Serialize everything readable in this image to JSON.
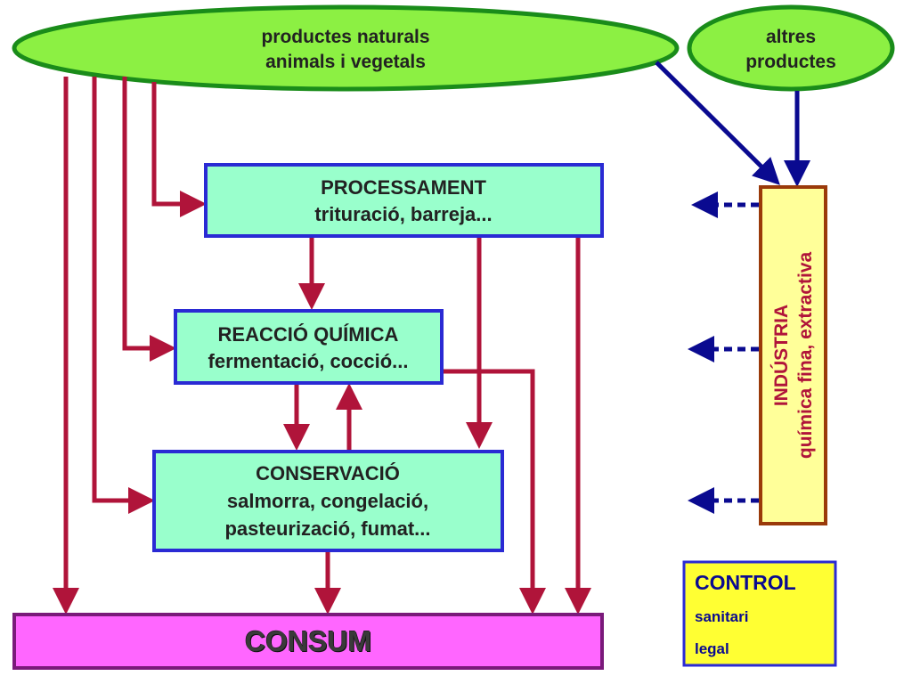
{
  "ellipses": {
    "natural": {
      "line1": "productes naturals",
      "line2": "animals i vegetals"
    },
    "other": {
      "line1": "altres",
      "line2": "productes"
    }
  },
  "boxes": {
    "processing": {
      "title": "PROCESSAMENT",
      "sub1": "trituració, barreja..."
    },
    "reaction": {
      "title": "REACCIÓ QUÍMICA",
      "sub1": "fermentació, cocció..."
    },
    "conservation": {
      "title": "CONSERVACIÓ",
      "sub1": "salmorra, congelació,",
      "sub2": "pasteurizació, fumat..."
    },
    "consumption": {
      "title": "CONSUM"
    },
    "industry": {
      "title": "INDÚSTRIA",
      "sub1": "química fina, extractiva"
    },
    "control": {
      "title": "CONTROL",
      "item1": "sanitari",
      "item2": "legal"
    }
  },
  "colors": {
    "ellipse_fill": "#8cf043",
    "ellipse_stroke": "#1a8c1a",
    "box_fill": "#99ffcc",
    "box_stroke": "#2a2ad4",
    "consum_fill": "#ff66ff",
    "consum_stroke": "#7a1a7a",
    "industry_fill": "#ffff99",
    "industry_stroke": "#9a3a0a",
    "control_fill": "#ffff33",
    "control_stroke": "#2a2ad4",
    "red_arrow": "#b0143a",
    "blue_arrow": "#0a0a90",
    "text_dark": "#222222",
    "text_blue": "#0a0a90",
    "text_red": "#b0143a"
  }
}
